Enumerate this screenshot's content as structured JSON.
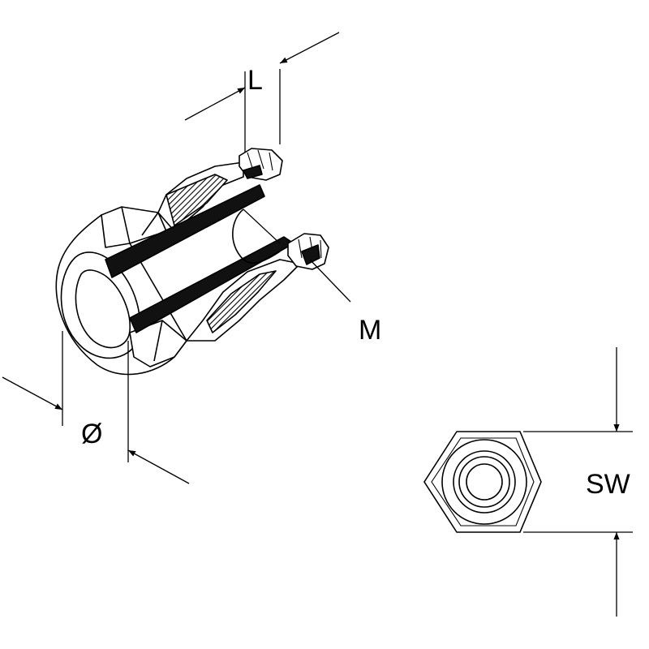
{
  "labels": {
    "length": "L",
    "thread": "M",
    "diameter": "Ø",
    "wrench_size": "SW"
  },
  "colors": {
    "line": "#000000",
    "fill": "#ffffff",
    "hatch": "#1a1a1a"
  }
}
